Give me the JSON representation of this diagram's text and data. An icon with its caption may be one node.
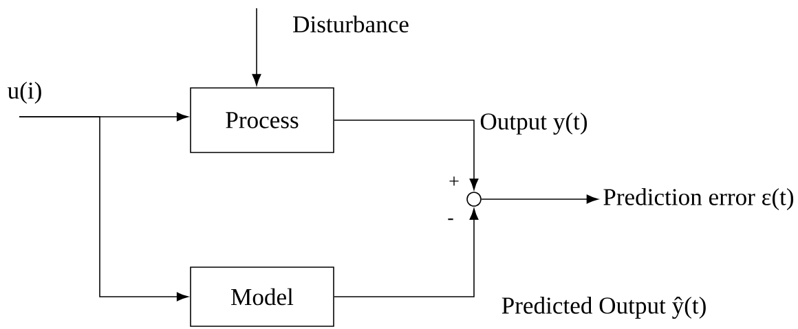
{
  "diagram": {
    "nodes": [
      {
        "text": [
          "Process"
        ]
      },
      {
        "text": [
          "Model"
        ]
      },
      {
        "text": [],
        "shape": "circle"
      },
      {
        "text": [
          "Prediction error ε(t)"
        ]
      }
    ],
    "edges": [
      {
        "from": null,
        "to": 0,
        "arrow": "to",
        "label": "u(i)"
      },
      {
        "from": null,
        "to": 1,
        "arrow": "to"
      },
      {
        "from": null,
        "to": 0,
        "arrow": "to",
        "label": "Disturbance"
      },
      {
        "from": 0,
        "to": 2,
        "arrow": "to",
        "label": "Output y(t)"
      },
      {
        "from": 1,
        "to": 2,
        "arrow": "to",
        "label": "Predicted Output ŷ(t)"
      },
      {
        "from": 2,
        "to": 3,
        "arrow": "to"
      }
    ],
    "labels": [
      "+",
      "-"
    ]
  }
}
